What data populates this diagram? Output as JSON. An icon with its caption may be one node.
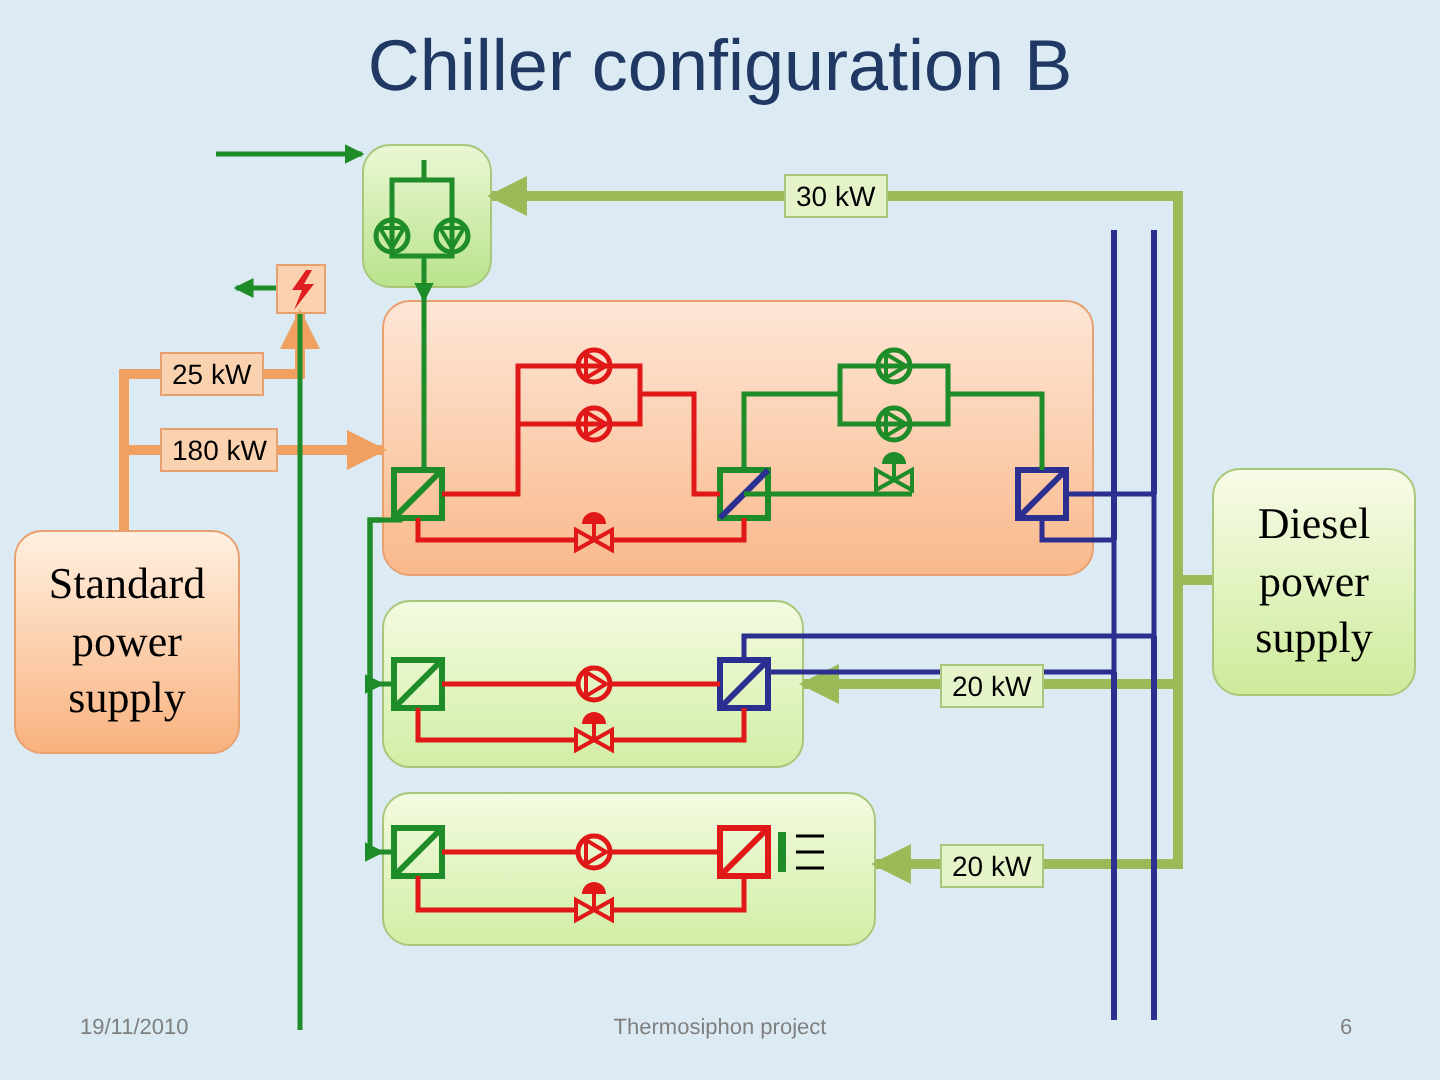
{
  "diagram": {
    "title": "Chiller configuration B",
    "nodes": [
      {
        "text": [
          "Standard power supply"
        ]
      },
      {
        "text": [
          "Diesel power supply"
        ]
      },
      {
        "text": [],
        "shape": "box"
      },
      {
        "text": [],
        "shape": "box"
      },
      {
        "text": [],
        "shape": "box"
      },
      {
        "text": [],
        "shape": "box"
      },
      {
        "text": [],
        "shape": "box"
      }
    ],
    "edges": [
      {
        "from": 0,
        "to": 3,
        "arrow": "to",
        "label": "25 kW",
        "style": "thick",
        "color": "#f0a060"
      },
      {
        "from": 0,
        "to": 4,
        "arrow": "to",
        "label": "180 kW",
        "style": "thick",
        "color": "#f0a060"
      },
      {
        "from": 1,
        "to": 2,
        "arrow": "to",
        "label": "30 kW",
        "style": "thick",
        "color": "#9bbb59"
      },
      {
        "from": 1,
        "to": 5,
        "arrow": "to",
        "label": "20 kW",
        "style": "thick",
        "color": "#9bbb59"
      },
      {
        "from": 1,
        "to": 6,
        "arrow": "to",
        "label": "20 kW",
        "style": "thick",
        "color": "#9bbb59"
      },
      {
        "from": 3,
        "to": null,
        "arrow": "to"
      },
      {
        "from": null,
        "to": 2,
        "arrow": "to"
      },
      {
        "from": 2,
        "to": 4,
        "arrow": "to"
      },
      {
        "from": 4,
        "to": 5,
        "arrow": "to"
      },
      {
        "from": 4,
        "to": 6,
        "arrow": "to"
      },
      {
        "from": 4,
        "to": 5,
        "arrow": "none",
        "color": "#2b2f8f"
      },
      {
        "from": 4,
        "to": 5,
        "arrow": "none",
        "color": "#2b2f8f"
      }
    ],
    "labels": [
      "19/11/2010",
      "Thermosiphon project",
      "6"
    ]
  }
}
